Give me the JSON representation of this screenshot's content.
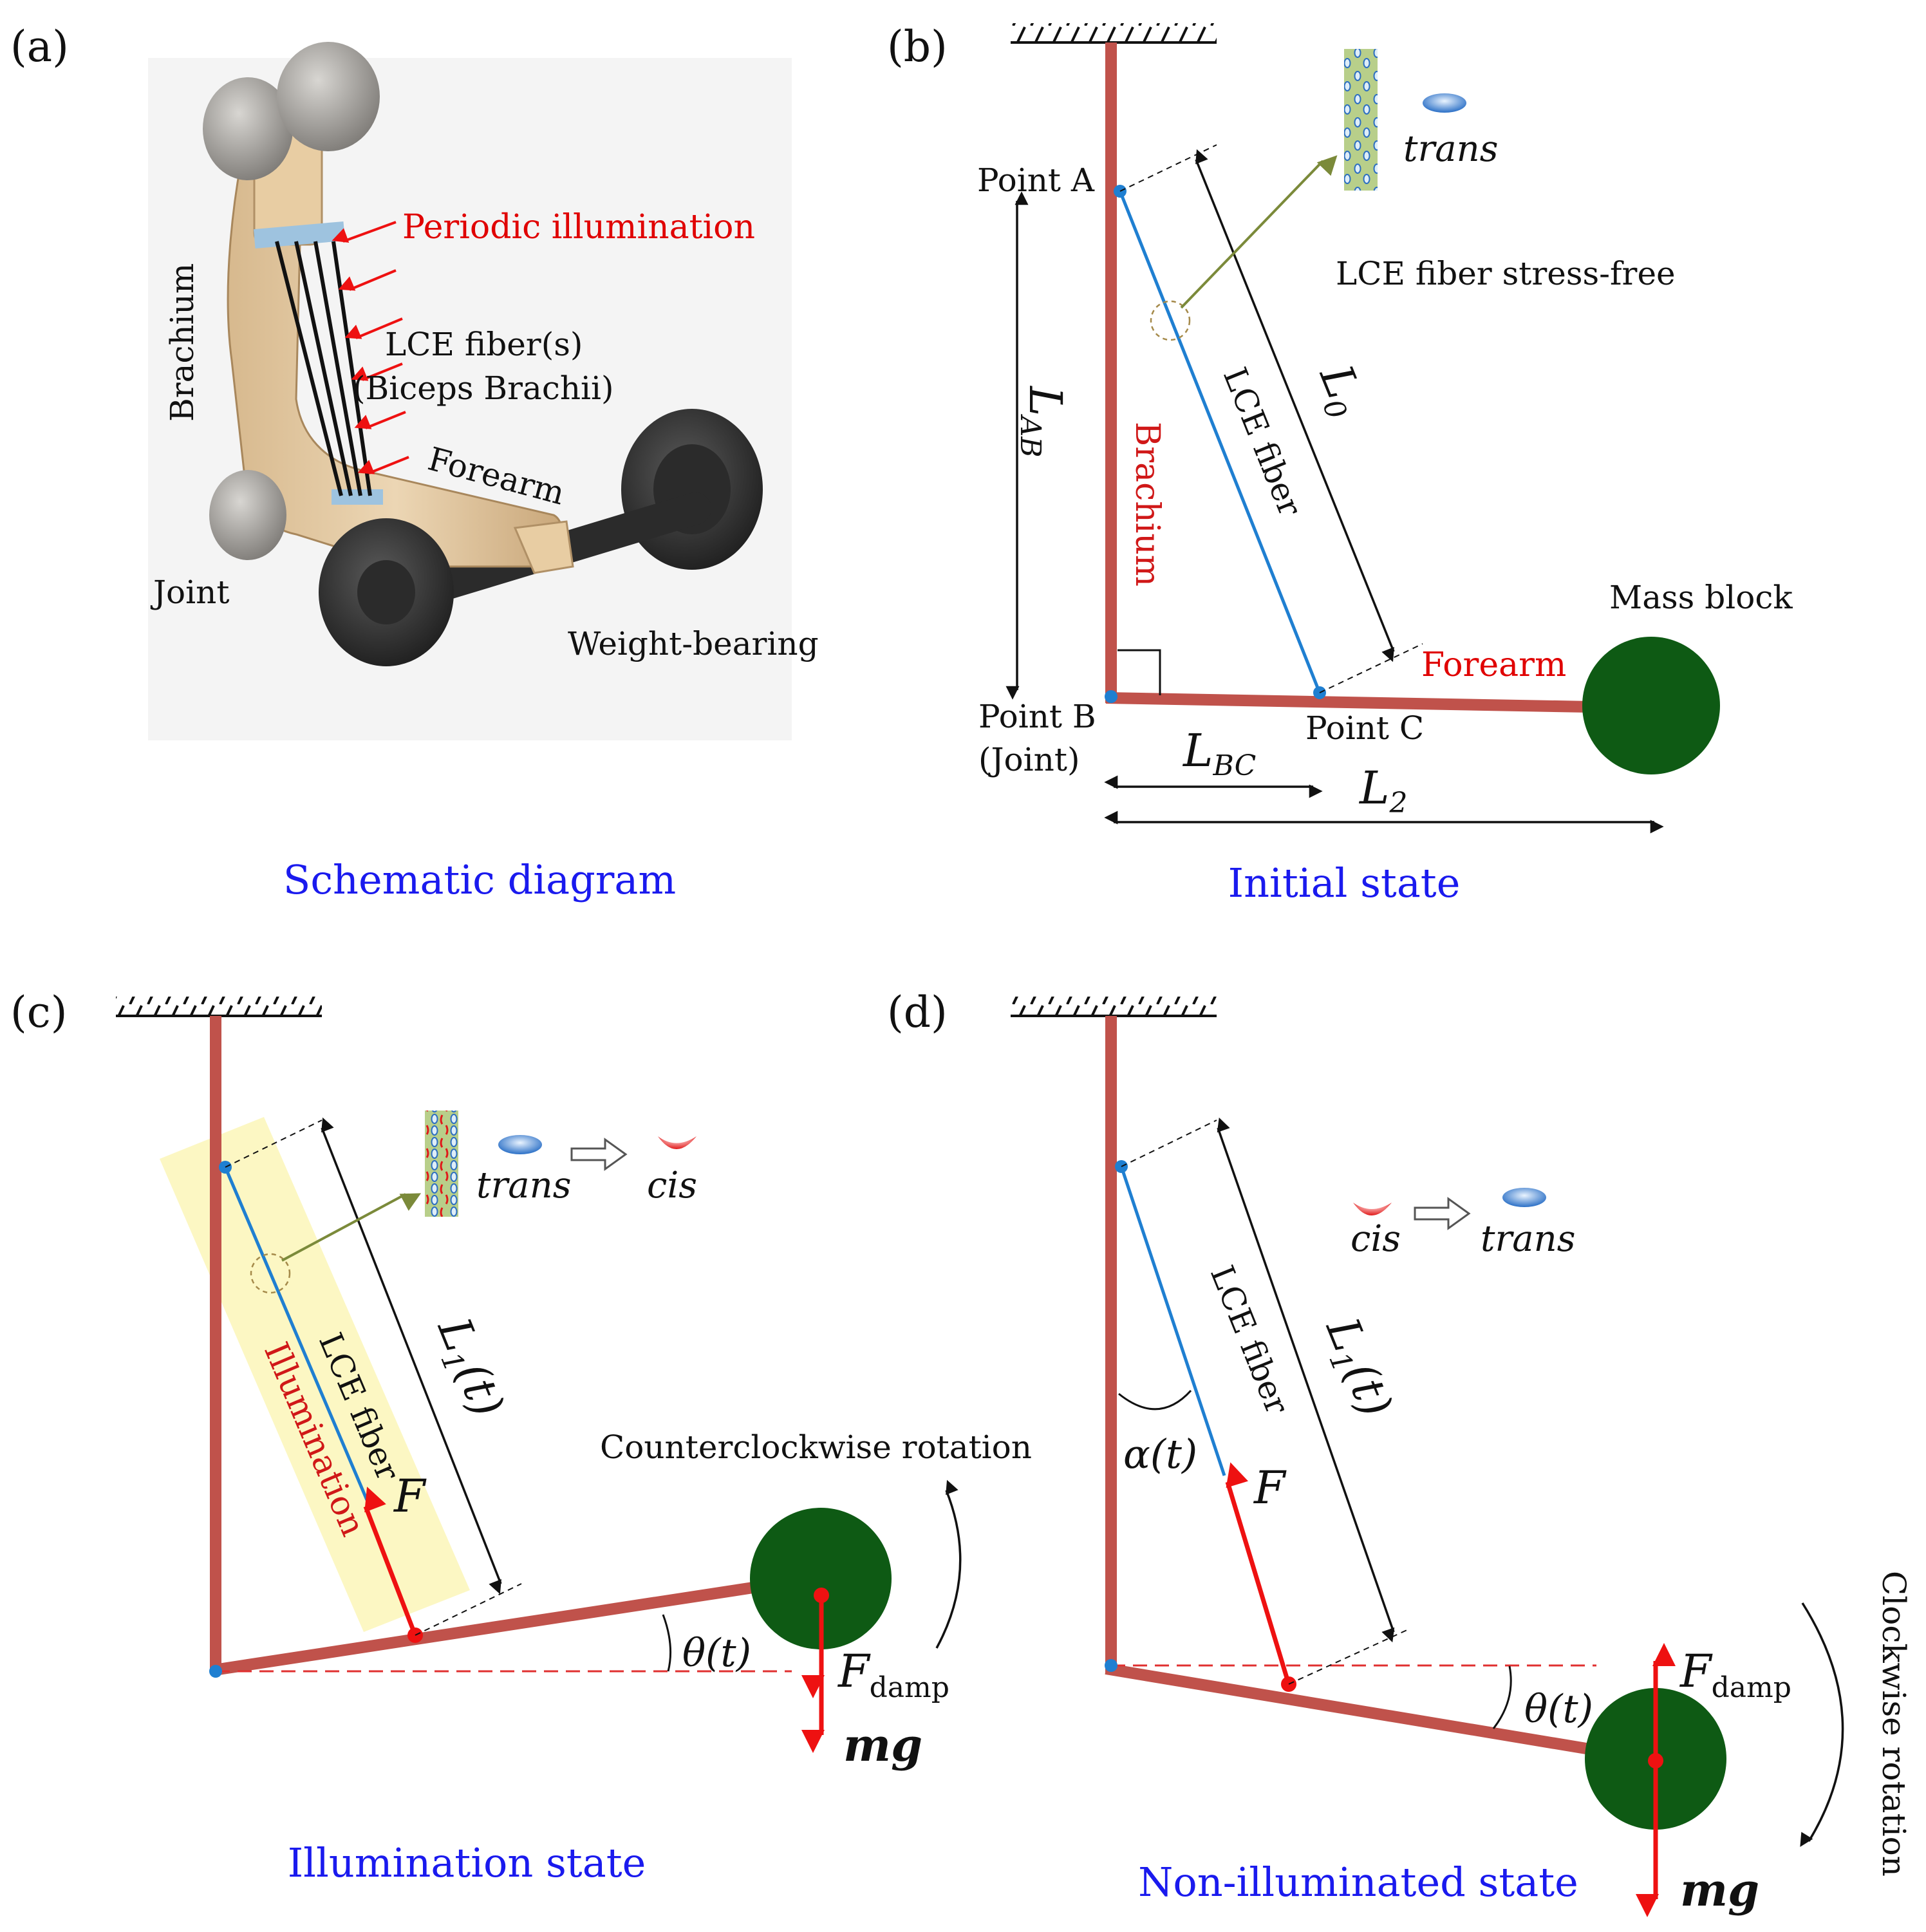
{
  "colors": {
    "limb": "#c0524b",
    "fiber": "#1f7fd1",
    "mass": "#0e5a14",
    "force": "#ee1111",
    "caption": "#1a1aee",
    "illumination": "#fbf6b8",
    "pointer": "#7b8a3a"
  },
  "panel_a": {
    "label": "(a)",
    "periodic_illumination": "Periodic illumination",
    "lce_fibers": "LCE fiber(s)",
    "biceps": "(Biceps Brachii)",
    "brachium": "Brachium",
    "forearm": "Forearm",
    "joint": "Joint",
    "weight_bearing": "Weight-bearing",
    "caption": "Schematic diagram"
  },
  "panel_b": {
    "label": "(b)",
    "point_a": "Point A",
    "point_b": "Point B",
    "joint": "(Joint)",
    "point_c": "Point C",
    "l_ab": "L",
    "l_ab_sub": "AB",
    "l_bc": "L",
    "l_bc_sub": "BC",
    "l_2": "L",
    "l_2_sub": "2",
    "l_0": "L",
    "l_0_sub": "0",
    "brachium": "Brachium",
    "lce_fiber": "LCE fiber",
    "forearm": "Forearm",
    "mass_block": "Mass block",
    "trans": "trans",
    "stress_free": "LCE fiber stress-free",
    "caption": "Initial state"
  },
  "panel_c": {
    "label": "(c)",
    "trans": "trans",
    "cis": "cis",
    "lce_fiber": "LCE fiber",
    "illumination": "Illumination",
    "l_t": "L",
    "l_t_sub": "1",
    "l_t_arg": "(t)",
    "force_f": "F",
    "theta": "θ(t)",
    "f_damp": "F",
    "f_damp_sub": "damp",
    "mg": "mg",
    "rotation": "Counterclockwise rotation",
    "caption": "Illumination state"
  },
  "panel_d": {
    "label": "(d)",
    "cis": "cis",
    "trans": "trans",
    "lce_fiber": "LCE fiber",
    "l_t": "L",
    "l_t_sub": "1",
    "l_t_arg": "(t)",
    "alpha": "α(t)",
    "force_f": "F",
    "theta": "θ(t)",
    "f_damp": "F",
    "f_damp_sub": "damp",
    "mg": "mg",
    "rotation": "Clockwise rotation",
    "caption": "Non-illuminated state"
  }
}
